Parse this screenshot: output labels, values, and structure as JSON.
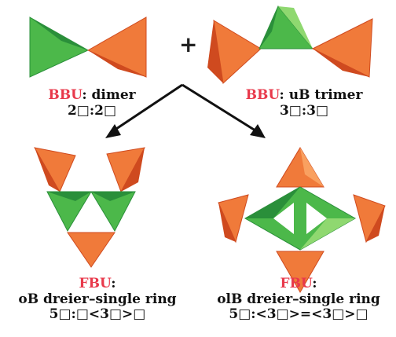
{
  "plus_sign": "+",
  "colors": {
    "green": "#4cb84a",
    "green_dark": "#2a8f3a",
    "green_light": "#8fd870",
    "orange": "#f07a3a",
    "orange_dark": "#cf4a1f",
    "orange_light": "#f9a060",
    "accent_red": "#e8394b"
  },
  "bbu_dimer": {
    "prefix": "BBU",
    "suffix": ": dimer",
    "formula": "2□:2□"
  },
  "bbu_trimer": {
    "prefix": "BBU",
    "suffix": ": uB trimer",
    "formula": "3□:3□"
  },
  "fbu_left": {
    "prefix": "FBU",
    "suffix": ":",
    "name": "oB dreier–single ring",
    "formula": "5□:□<3□>□"
  },
  "fbu_right": {
    "prefix": "FBU",
    "suffix": ":",
    "name": "olB dreier–single ring",
    "formula": "5□:<3□>=<3□>□"
  }
}
